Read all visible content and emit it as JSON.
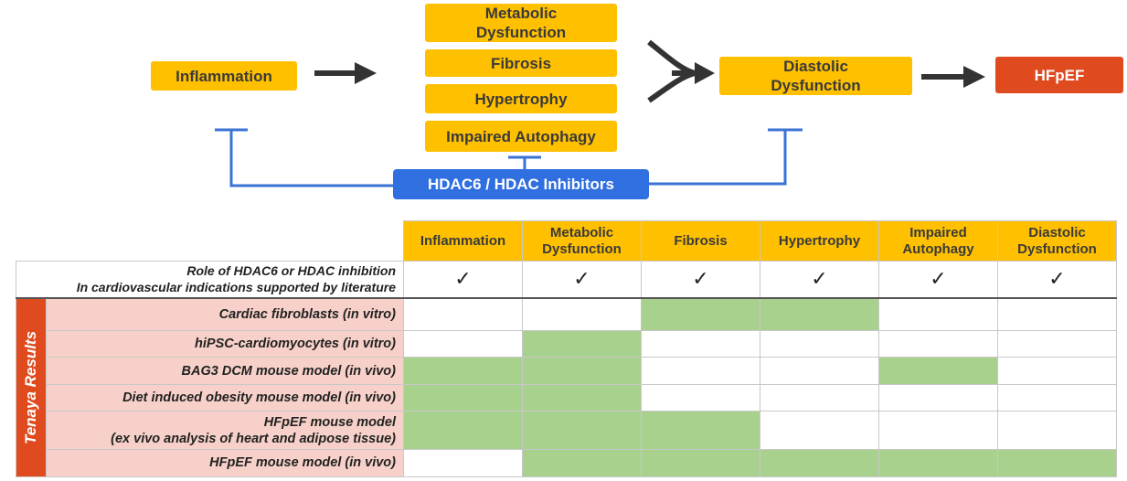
{
  "flow": {
    "inflammation": "Inflammation",
    "metabolic": "Metabolic\nDysfunction",
    "fibrosis": "Fibrosis",
    "hypertrophy": "Hypertrophy",
    "autophagy": "Impaired Autophagy",
    "diastolic": "Diastolic\nDysfunction",
    "hfpef": "HFpEF",
    "inhibitors": "HDAC6 / HDAC Inhibitors"
  },
  "table": {
    "columns": [
      "Inflammation",
      "Metabolic\nDysfunction",
      "Fibrosis",
      "Hypertrophy",
      "Impaired\nAutophagy",
      "Diastolic\nDysfunction"
    ],
    "literature_label": "Role of HDAC6 or HDAC inhibition\nIn cardiovascular indications supported by literature",
    "check": "✓",
    "side_label": "Tenaya Results",
    "rows": [
      {
        "label": "Cardiac fibroblasts (in vitro)",
        "support": [
          false,
          false,
          true,
          true,
          false,
          false
        ]
      },
      {
        "label": "hiPSC-cardiomyocytes (in vitro)",
        "support": [
          false,
          true,
          false,
          false,
          false,
          false
        ]
      },
      {
        "label": "BAG3 DCM mouse model (in vivo)",
        "support": [
          true,
          true,
          false,
          false,
          true,
          false
        ]
      },
      {
        "label": "Diet induced obesity mouse model (in vivo)",
        "support": [
          true,
          true,
          false,
          false,
          false,
          false
        ]
      },
      {
        "label": "HFpEF mouse model\n(ex vivo analysis of heart and adipose tissue)",
        "support": [
          true,
          true,
          true,
          false,
          false,
          false
        ]
      },
      {
        "label": "HFpEF mouse model (in vivo)",
        "support": [
          false,
          true,
          true,
          true,
          true,
          true
        ]
      }
    ]
  },
  "colors": {
    "yellow": "#ffc000",
    "red": "#e04a1f",
    "blue": "#2f6fe0",
    "green": "#a9d18e",
    "pink": "#f7d1c9"
  }
}
